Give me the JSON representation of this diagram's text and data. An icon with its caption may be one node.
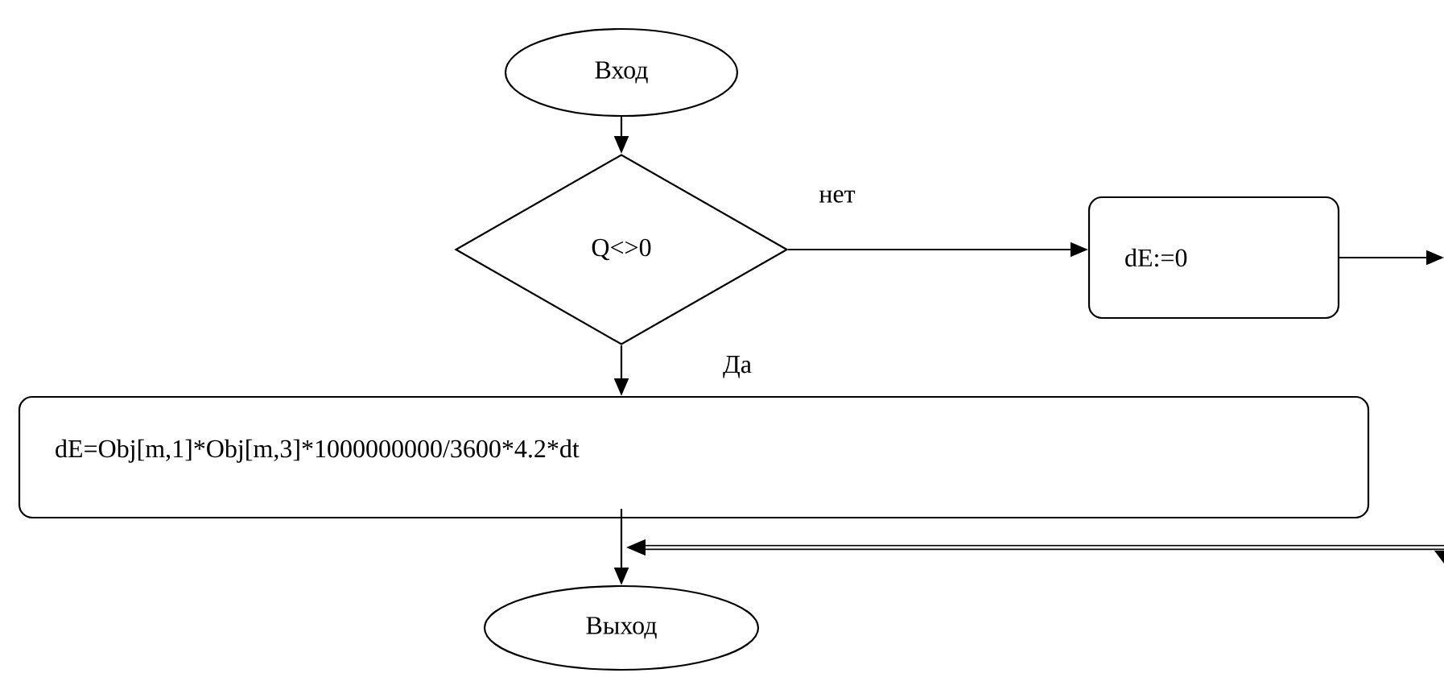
{
  "diagram": {
    "nodes": [
      {
        "text": [
          "Вход"
        ]
      },
      {
        "text": [
          "Q<>0"
        ]
      },
      {
        "text": [
          "dE:=0"
        ]
      },
      {
        "text": [
          "dE=Obj[m,1]*Obj[m,3]*1000000000/3600*4.2*dt"
        ]
      },
      {
        "text": [
          "Выход"
        ]
      }
    ],
    "edges": [
      {
        "from": 0,
        "to": 1,
        "arrow": "to"
      },
      {
        "from": 1,
        "to": 2,
        "arrow": "to",
        "label": "нет"
      },
      {
        "from": 1,
        "to": 3,
        "arrow": "to",
        "label": "Да"
      },
      {
        "from": 2,
        "to": null,
        "arrow": "to"
      },
      {
        "from": 3,
        "to": 4,
        "arrow": "to"
      },
      {
        "from": null,
        "to": 4,
        "arrow": "to",
        "style": "thick"
      }
    ]
  }
}
